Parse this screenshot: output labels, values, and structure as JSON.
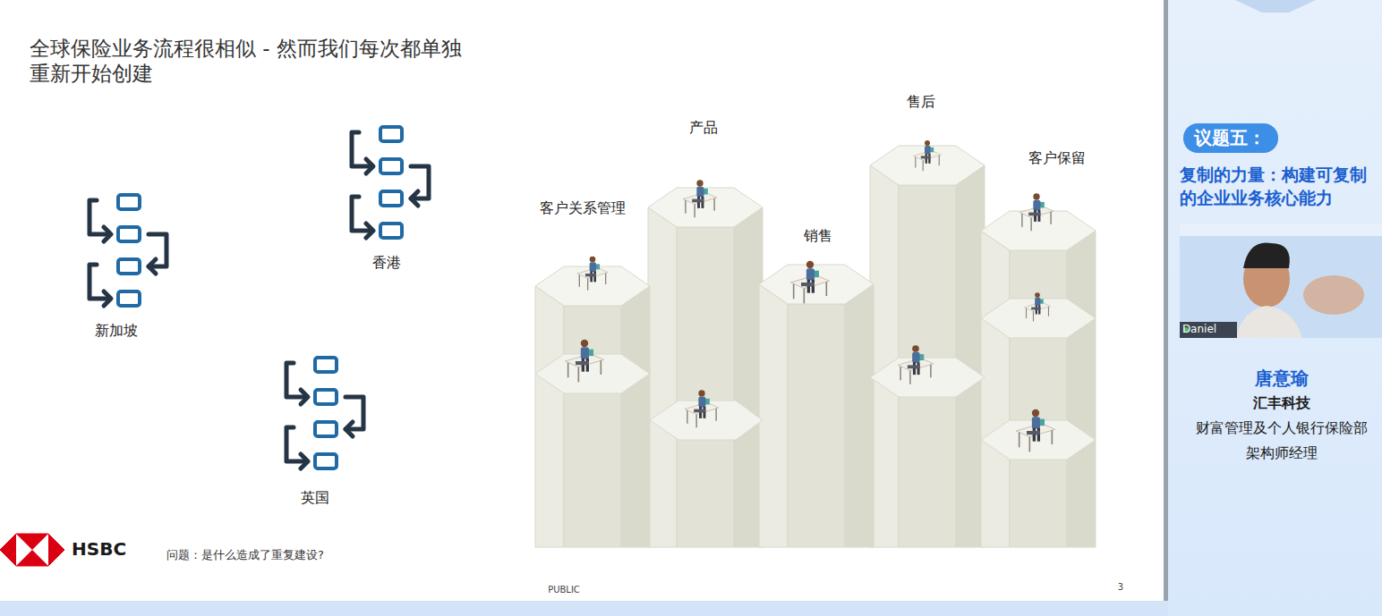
{
  "diagram": {
    "title": "全球保险业务流程很相似 - 然而我们每次都单独重新开始创建",
    "nodes": [
      {
        "text": [
          "议题五："
        ]
      }
    ],
    "labels": [
      "新加坡",
      "香港",
      "英国",
      "客户关系管理",
      "产品",
      "销售",
      "售后",
      "客户保留",
      "HSBC",
      "问题：是什么造成了重复建设?",
      "PUBLIC",
      "3",
      "复制的力量：构建可复制的企业业务核心能力",
      "Daniel",
      "唐意瑜",
      "汇丰科技",
      "财富管理及个人银行保险部",
      "架构师经理"
    ]
  }
}
